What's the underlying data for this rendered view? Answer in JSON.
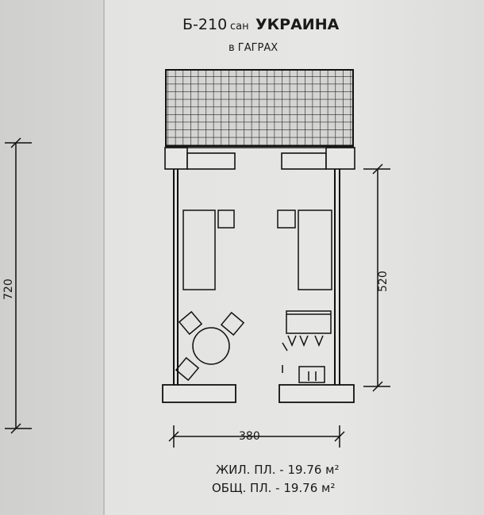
{
  "title": {
    "line1_prefix": "Б-210",
    "line1_small": "сан",
    "line1_name": "УКРАИНА",
    "line2": "в ГАГРАХ"
  },
  "dimensions": {
    "total_length": "720",
    "room_length": "520",
    "width": "380"
  },
  "areas": {
    "living": "ЖИЛ. ПЛ. - 19.76 м²",
    "total": "ОБЩ. ПЛ. - 19.76 м²"
  },
  "colors": {
    "paper": "#e4e4e2",
    "ink": "#1a1a1a",
    "shadow_strip": "#cfcfcd"
  }
}
